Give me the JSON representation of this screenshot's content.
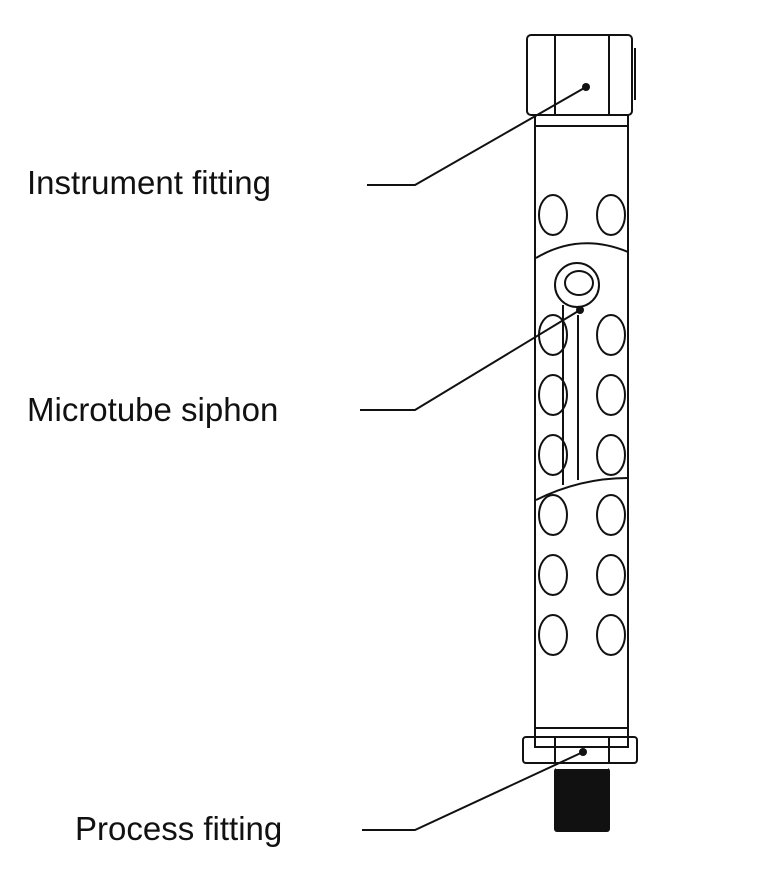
{
  "labels": {
    "instrument": "Instrument fitting",
    "siphon": "Microtube siphon",
    "process": "Process fitting"
  },
  "colors": {
    "line": "#111111",
    "background": "#ffffff"
  }
}
